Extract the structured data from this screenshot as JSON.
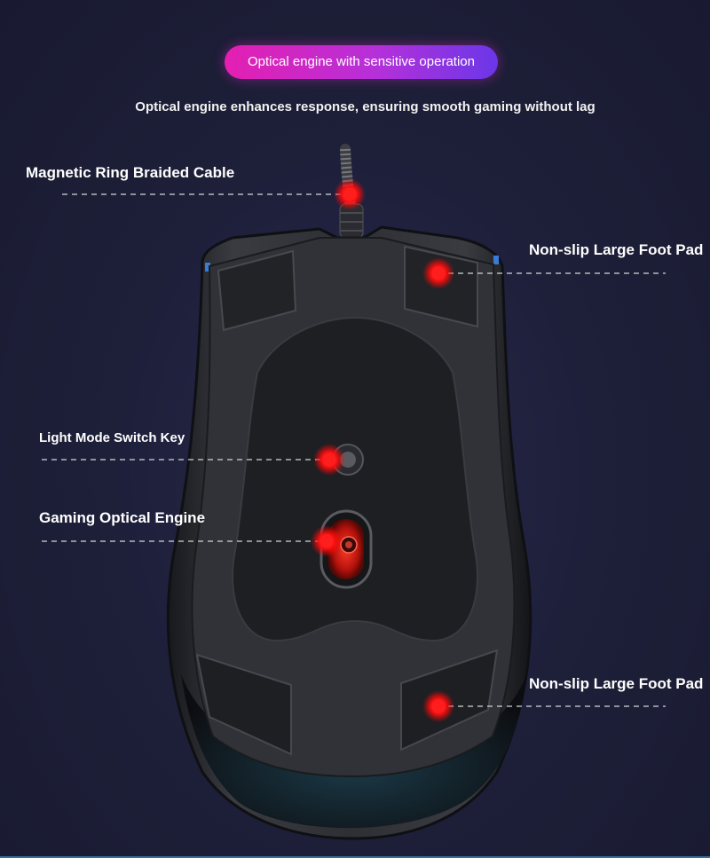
{
  "header": {
    "badge_label": "Optical engine with sensitive operation",
    "subtitle": "Optical engine enhances response, ensuring smooth gaming without lag"
  },
  "callouts": {
    "cable": "Magnetic Ring Braided Cable",
    "foot_pad_top": "Non-slip Large Foot Pad",
    "light_mode": "Light Mode Switch Key",
    "optical_engine": "Gaming Optical Engine",
    "foot_pad_bottom": "Non-slip Large Foot Pad"
  },
  "colors": {
    "background": "#1d1f38",
    "badge_gradient_start": "#e41fb1",
    "badge_gradient_end": "#6a37e8",
    "marker_red": "#ff1a1a",
    "mouse_body": "#2a2b30"
  }
}
